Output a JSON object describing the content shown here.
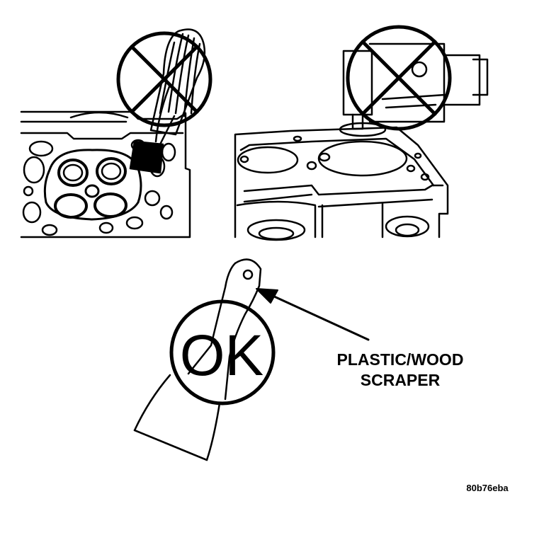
{
  "diagram": {
    "callout_line1": "PLASTIC/WOOD",
    "callout_line2": "SCRAPER",
    "approved_mark": "OK",
    "figure_code": "80b76eba"
  },
  "colors": {
    "ink": "#000000",
    "paper": "#ffffff"
  },
  "icons": {
    "wire_brush_tool": "wire-brush-icon",
    "power_grinder_tool": "grinder-icon",
    "prohibited_symbol": "circle-x-icon",
    "approved_symbol": "circle-ok-icon",
    "scraper_tool": "scraper-icon"
  }
}
